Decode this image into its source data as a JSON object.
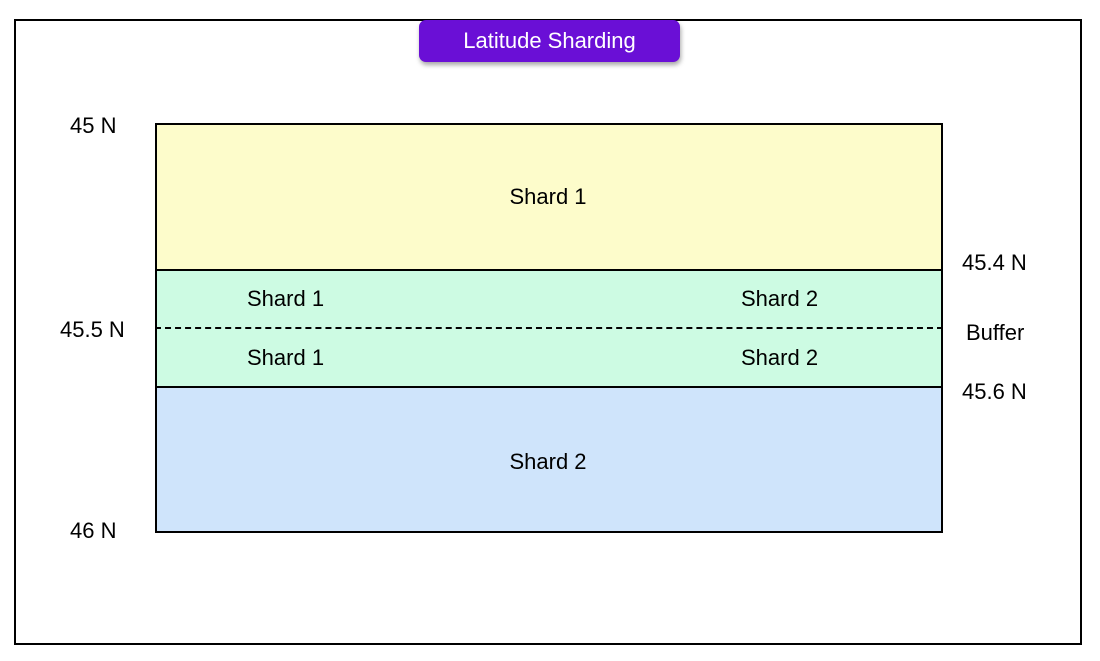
{
  "title": "Latitude Sharding",
  "latitudes": {
    "top": "45 N",
    "middle": "45.5 N",
    "bottom": "46 N",
    "buffer_start": "45.4 N",
    "buffer_end": "45.6 N"
  },
  "buffer_label": "Buffer",
  "regions": {
    "top": {
      "label": "Shard 1"
    },
    "buffer_upper": {
      "left": "Shard 1",
      "right": "Shard 2"
    },
    "buffer_lower": {
      "left": "Shard 1",
      "right": "Shard 2"
    },
    "bottom": {
      "label": "Shard 2"
    }
  },
  "colors": {
    "title_bg": "#6a0fd6",
    "shard1_region": "#fdfccb",
    "buffer_region": "#cdfbe3",
    "shard2_region": "#cfe4fb"
  }
}
